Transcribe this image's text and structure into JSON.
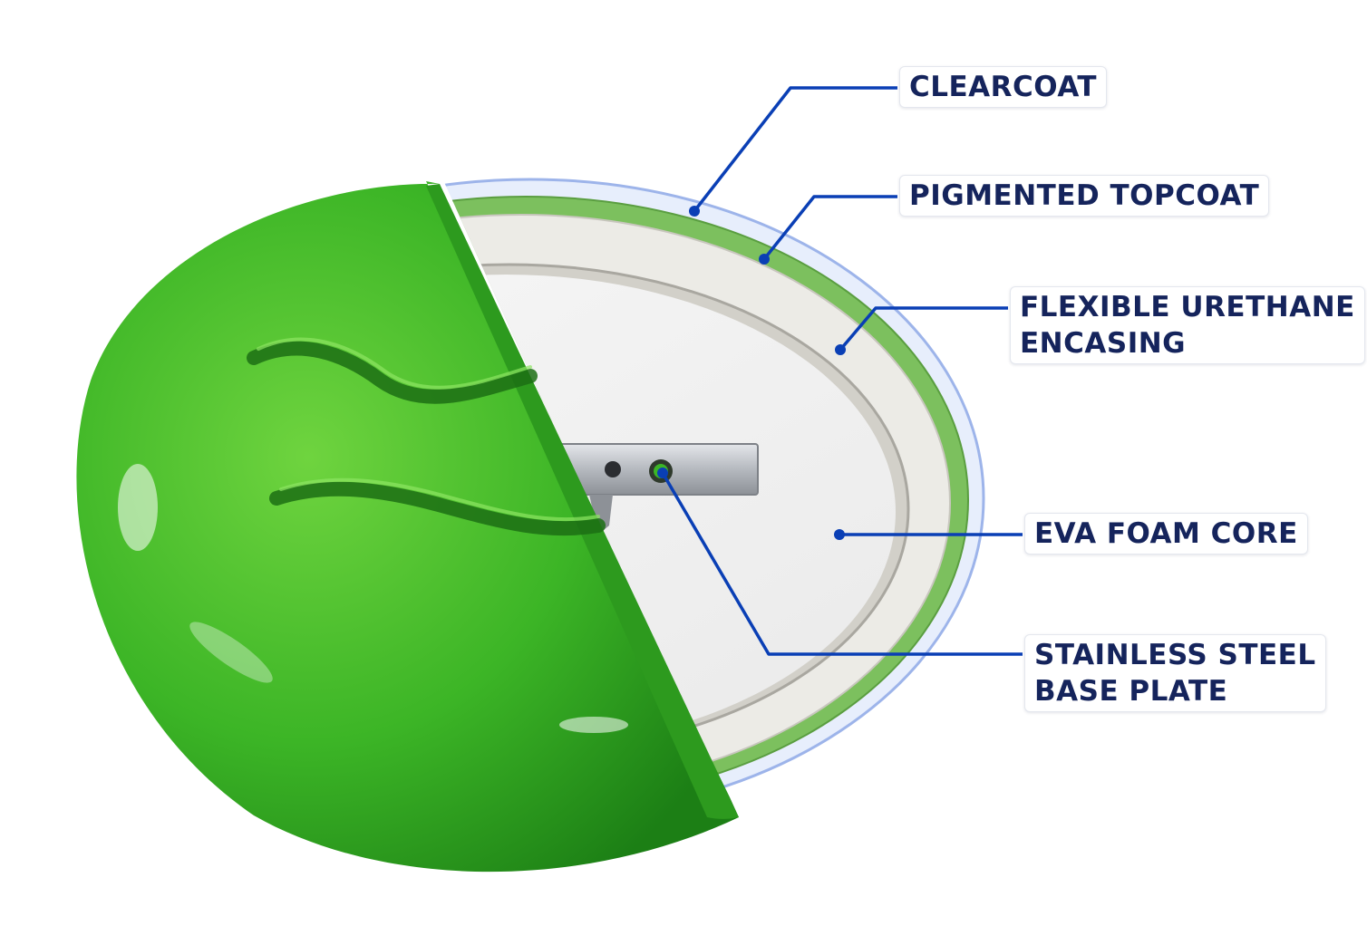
{
  "colors": {
    "leader_line": "#0a3fb5",
    "label_text": "#15245c",
    "green_shell": "#3cb526",
    "green_dark": "#1f8a18",
    "topcoat_band": "#7cc05e",
    "clearcoat_band": "#dfe9fb",
    "urethane_band": "#ecebe6",
    "foam_core": "#f3f3f3",
    "steel_plate": "#b8bcc2"
  },
  "labels": {
    "clearcoat": [
      "CLEARCOAT"
    ],
    "pigmented_topcoat": [
      "PIGMENTED TOPCOAT"
    ],
    "flexible_urethane": [
      "FLEXIBLE URETHANE",
      "ENCASING"
    ],
    "eva_foam_core": [
      "EVA FOAM CORE"
    ],
    "stainless_steel_plate": [
      "STAINLESS STEEL",
      "BASE PLATE"
    ]
  }
}
